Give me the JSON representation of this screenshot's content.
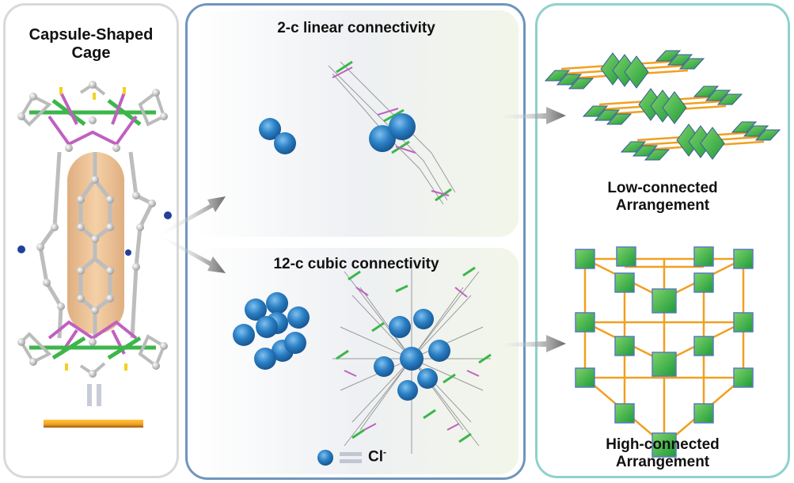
{
  "left_panel": {
    "title_line1": "Capsule-Shaped",
    "title_line2": "Cage",
    "equals_symbol": "="
  },
  "middle_panel": {
    "top_title": "2-c linear connectivity",
    "bottom_title": "12-c cubic connectivity",
    "legend_equals": "=",
    "legend_label": "Cl",
    "legend_superscript": "-"
  },
  "right_panel": {
    "top_label_line1": "Low-connected",
    "top_label_line2": "Arrangement",
    "bottom_label_line1": "High-connected",
    "bottom_label_line2": "Arrangement"
  },
  "colors": {
    "left_border": "#d9d9d9",
    "middle_border": "#6f95bd",
    "right_border": "#8ed2cc",
    "chloride_blue": "#2a7fc4",
    "node_green": "#3fb54a",
    "link_orange": "#f0a020",
    "arrow_gray": "#707070",
    "capsule_tan": "#e8b887"
  }
}
